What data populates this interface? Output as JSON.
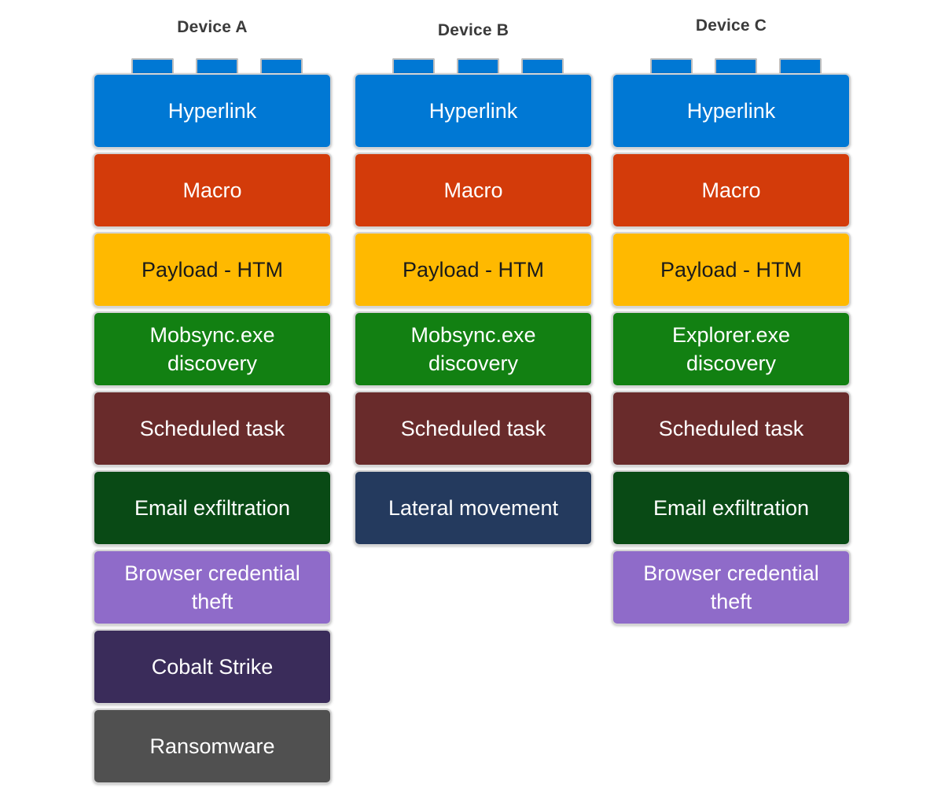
{
  "diagram": {
    "background": "#ffffff",
    "title_color": "#3b3b3b",
    "stud_fill": "#0078d4",
    "stud_border": "#bfbfbf",
    "studs_per_brick": 3,
    "columns": [
      {
        "title": "Device A",
        "blocks": [
          {
            "label": "Hyperlink",
            "fill": "#0078d4",
            "text": "#ffffff"
          },
          {
            "label": "Macro",
            "fill": "#d33b0a",
            "text": "#ffffff"
          },
          {
            "label": "Payload - HTM",
            "fill": "#ffb900",
            "text": "#1a1a1a"
          },
          {
            "label": "Mobsync.exe discovery",
            "fill": "#128012",
            "text": "#ffffff"
          },
          {
            "label": "Scheduled task",
            "fill": "#692b2b",
            "text": "#ffffff"
          },
          {
            "label": "Email exfiltration",
            "fill": "#094a15",
            "text": "#ffffff"
          },
          {
            "label": "Browser credential theft",
            "fill": "#8f6bc9",
            "text": "#ffffff"
          },
          {
            "label": "Cobalt Strike",
            "fill": "#3a2c5a",
            "text": "#ffffff"
          },
          {
            "label": "Ransomware",
            "fill": "#505050",
            "text": "#ffffff"
          }
        ]
      },
      {
        "title": "Device B",
        "blocks": [
          {
            "label": "Hyperlink",
            "fill": "#0078d4",
            "text": "#ffffff"
          },
          {
            "label": "Macro",
            "fill": "#d33b0a",
            "text": "#ffffff"
          },
          {
            "label": "Payload - HTM",
            "fill": "#ffb900",
            "text": "#1a1a1a"
          },
          {
            "label": "Mobsync.exe discovery",
            "fill": "#128012",
            "text": "#ffffff"
          },
          {
            "label": "Scheduled task",
            "fill": "#692b2b",
            "text": "#ffffff"
          },
          {
            "label": "Lateral movement",
            "fill": "#243a5e",
            "text": "#ffffff"
          }
        ]
      },
      {
        "title": "Device C",
        "blocks": [
          {
            "label": "Hyperlink",
            "fill": "#0078d4",
            "text": "#ffffff"
          },
          {
            "label": "Macro",
            "fill": "#d33b0a",
            "text": "#ffffff"
          },
          {
            "label": "Payload - HTM",
            "fill": "#ffb900",
            "text": "#1a1a1a"
          },
          {
            "label": "Explorer.exe discovery",
            "fill": "#128012",
            "text": "#ffffff"
          },
          {
            "label": "Scheduled task",
            "fill": "#692b2b",
            "text": "#ffffff"
          },
          {
            "label": "Email exfiltration",
            "fill": "#094a15",
            "text": "#ffffff"
          },
          {
            "label": "Browser credential theft",
            "fill": "#8f6bc9",
            "text": "#ffffff"
          }
        ]
      }
    ]
  }
}
